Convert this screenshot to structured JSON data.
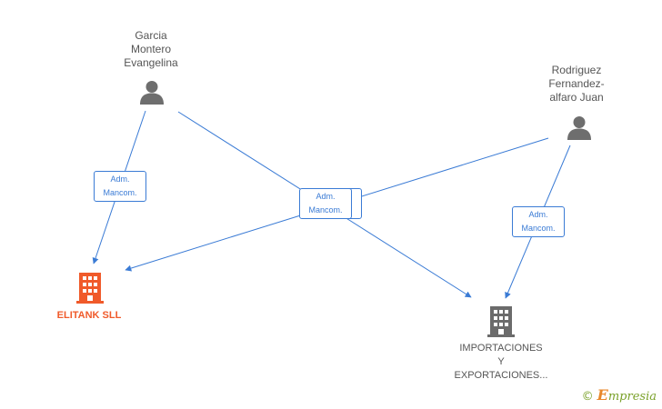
{
  "persons": {
    "garcia": {
      "name_lines": [
        "Garcia",
        "Montero",
        "Evangelina"
      ]
    },
    "rodriguez": {
      "name_lines": [
        "Rodriguez",
        "Fernandez-",
        "alfaro Juan"
      ]
    }
  },
  "companies": {
    "elitank": {
      "name": "ELITANK SLL",
      "color": "#f05a2a"
    },
    "importaciones": {
      "name_lines": [
        "IMPORTACIONES",
        "Y",
        "EXPORTACIONES..."
      ],
      "color": "#6b6b6b"
    }
  },
  "edge_labels": {
    "garcia_elitank": [
      "Adm.",
      "Mancom."
    ],
    "center": [
      "Adm.",
      "Mancom."
    ],
    "rodriguez_import": [
      "Adm.",
      "Mancom."
    ]
  },
  "colors": {
    "edge": "#3a7bd5",
    "person_icon": "#6e6e6e"
  },
  "brand": {
    "copyright": "©",
    "initial": "E",
    "rest": "mpresia"
  }
}
